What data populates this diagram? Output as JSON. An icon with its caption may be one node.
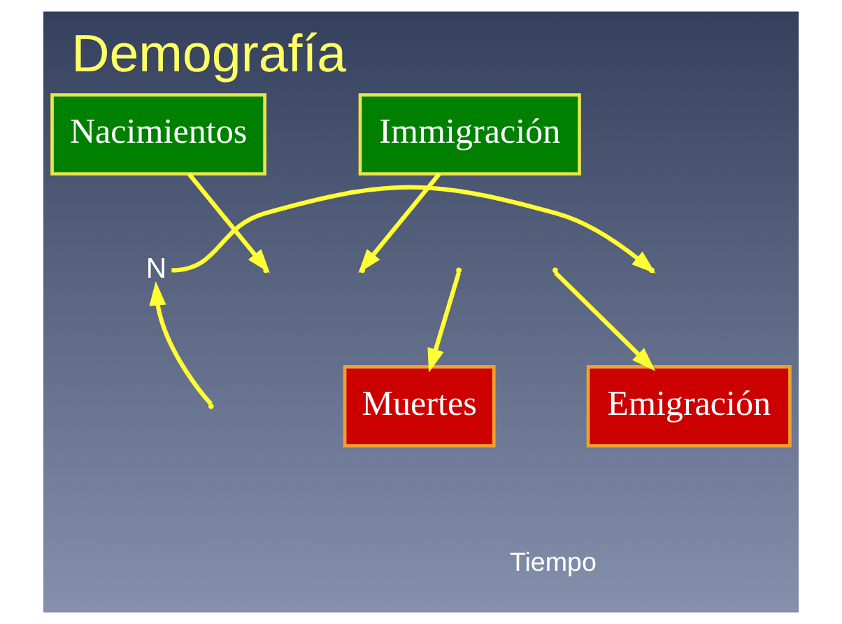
{
  "diagram": {
    "title": "Demografía",
    "nodes": [
      {
        "text": [
          "N"
        ]
      },
      {
        "text": [
          "Nacimientos"
        ]
      },
      {
        "text": [
          "Immigración"
        ]
      },
      {
        "text": [
          "Muertes"
        ]
      },
      {
        "text": [
          "Emigración"
        ]
      }
    ],
    "edges": [
      {
        "from": 0,
        "to": null,
        "arrow": "to"
      },
      {
        "from": null,
        "to": 0,
        "arrow": "to"
      },
      {
        "from": 1,
        "to": null,
        "arrow": "to"
      },
      {
        "from": 2,
        "to": null,
        "arrow": "to"
      },
      {
        "from": null,
        "to": 3,
        "arrow": "to"
      },
      {
        "from": null,
        "to": 4,
        "arrow": "to"
      }
    ],
    "labels": [
      "Tiempo"
    ]
  }
}
